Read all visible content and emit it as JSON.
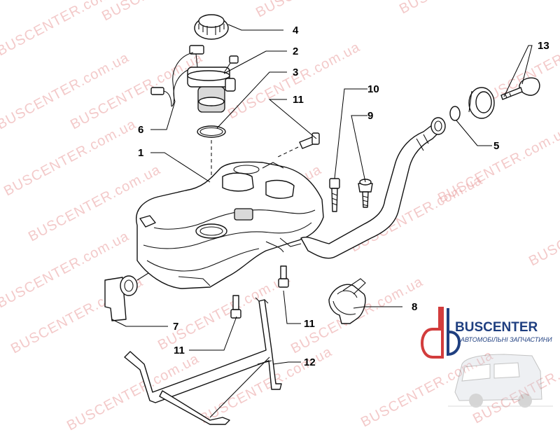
{
  "callouts": {
    "c1": "1",
    "c2": "2",
    "c3": "3",
    "c4": "4",
    "c5": "5",
    "c6": "6",
    "c7": "7",
    "c8": "8",
    "c9": "9",
    "c10": "10",
    "c11a": "11",
    "c11b": "11",
    "c11c": "11",
    "c12": "12",
    "c13": "13"
  },
  "watermark": {
    "text": "BUSCENTER.com.ua"
  },
  "logo": {
    "brand": "BUSCENTER",
    "tagline": "АВТОМОБІЛЬНІ ЗАПЧАСТИНИ",
    "brand_color": "#1f3f80",
    "accent_color": "#d23c3c"
  }
}
